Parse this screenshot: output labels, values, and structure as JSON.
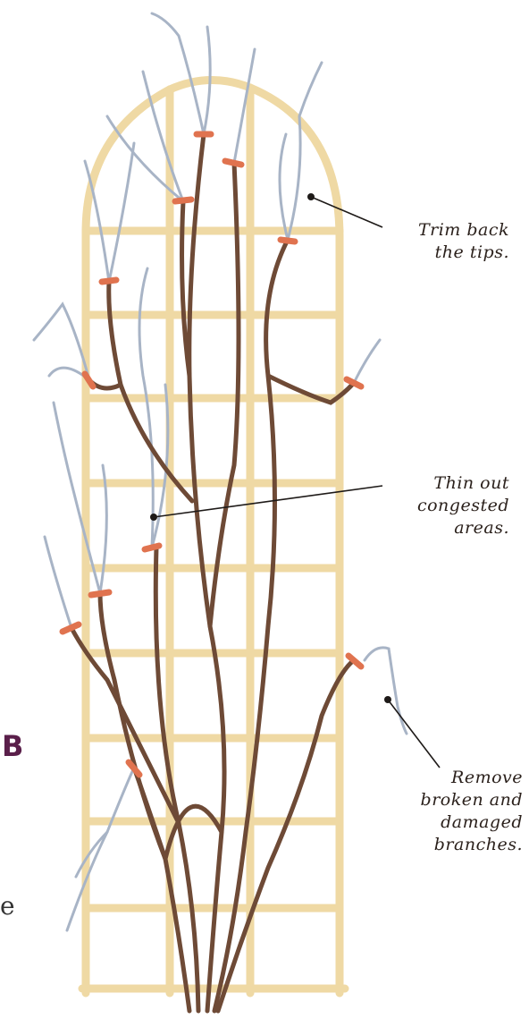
{
  "callouts": {
    "tips": {
      "lines": [
        "Trim back",
        "the tips."
      ]
    },
    "congested": {
      "lines": [
        "Thin out",
        "congested",
        "areas."
      ]
    },
    "broken": {
      "lines": [
        "Remove",
        "broken and",
        "damaged",
        "branches."
      ]
    }
  },
  "edge_text": {
    "label": "B",
    "fragment": "e"
  },
  "colors": {
    "trellis": "#efd9a4",
    "trellis_edge": "#d9bf82",
    "branch": "#6e4a36",
    "tip": "#a8b4c6",
    "cut_mark": "#e0734f",
    "text": "#2b211c",
    "label": "#5a1f4a"
  }
}
